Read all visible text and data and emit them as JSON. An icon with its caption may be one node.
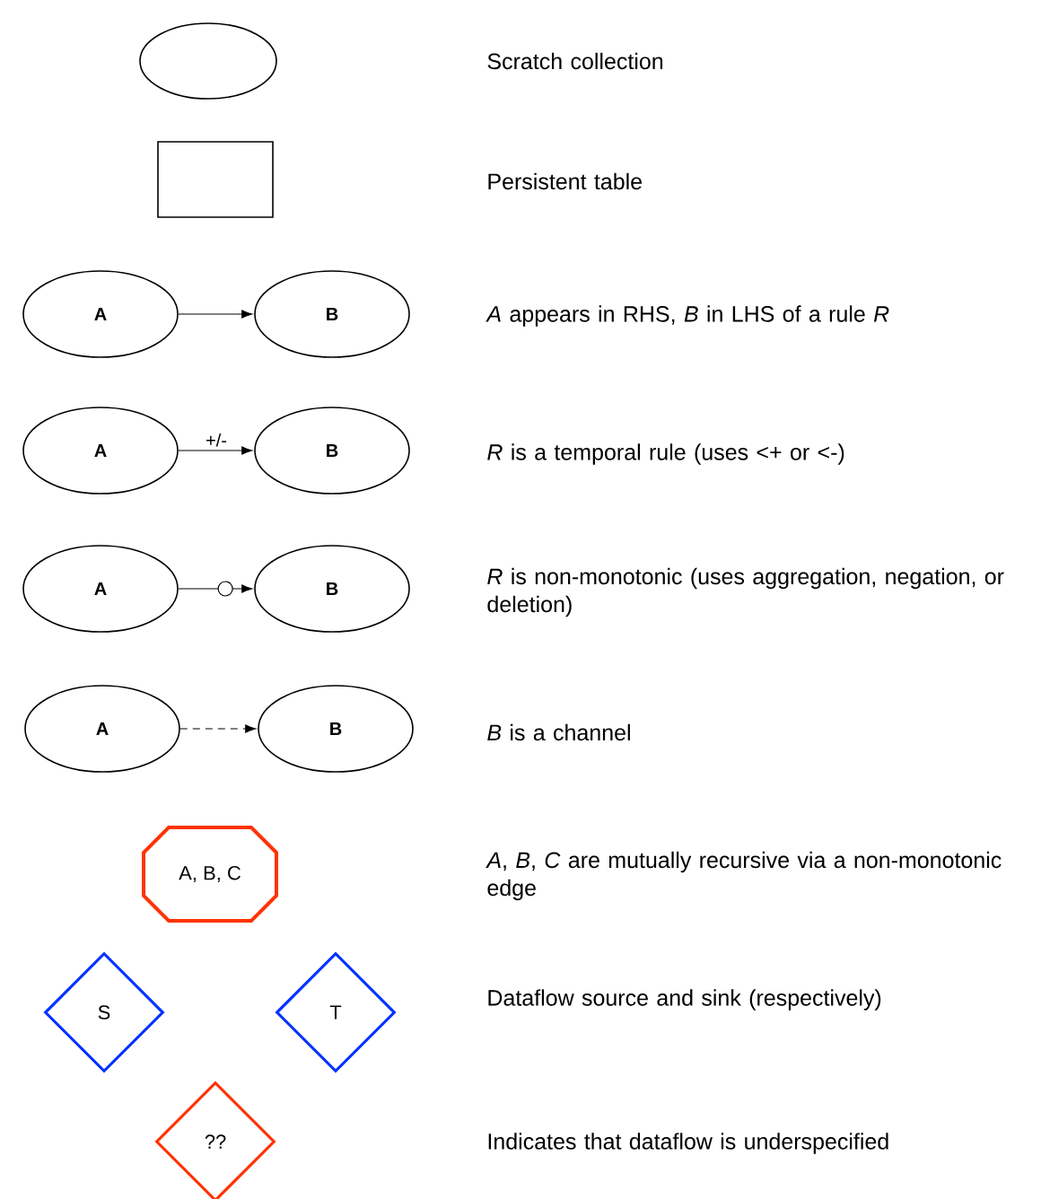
{
  "diagram": {
    "nodes": [
      {
        "text": [],
        "shape": "ellipse"
      },
      {
        "text": [],
        "shape": "box"
      },
      {
        "text": [
          "A"
        ]
      },
      {
        "text": [
          "B"
        ]
      },
      {
        "text": [
          "A"
        ]
      },
      {
        "text": [
          "B"
        ]
      },
      {
        "text": [
          "A"
        ]
      },
      {
        "text": [
          "B"
        ]
      },
      {
        "text": [
          "A"
        ]
      },
      {
        "text": [
          "B"
        ]
      },
      {
        "text": [
          "A, B, C"
        ]
      },
      {
        "text": [
          "S"
        ]
      },
      {
        "text": [
          "T"
        ]
      },
      {
        "text": [
          "??"
        ]
      }
    ],
    "edges": [
      {
        "from": 2,
        "to": 3,
        "arrow": "to"
      },
      {
        "from": 4,
        "to": 5,
        "arrow": "to",
        "label": "+/-"
      },
      {
        "from": 6,
        "to": 7,
        "arrow": "to"
      },
      {
        "from": 8,
        "to": 9,
        "arrow": "to",
        "style": "dashed"
      }
    ],
    "legend": [
      {
        "text": "Scratch collection"
      },
      {
        "text": "Persistent table"
      },
      {
        "text": "*A* appears in RHS, *B* in LHS of a rule *R*"
      },
      {
        "text": "*R* is a temporal rule (uses <+ or <-)"
      },
      {
        "text": "*R* is non-monotonic (uses aggregation, negation, or deletion)"
      },
      {
        "text": "*B* is a channel"
      },
      {
        "text": "*A*, *B*, *C* are mutually recursive via a non-monotonic edge"
      },
      {
        "text": "Dataflow source and sink (respectively)"
      },
      {
        "text": "Indicates that dataflow is underspecified"
      }
    ]
  }
}
